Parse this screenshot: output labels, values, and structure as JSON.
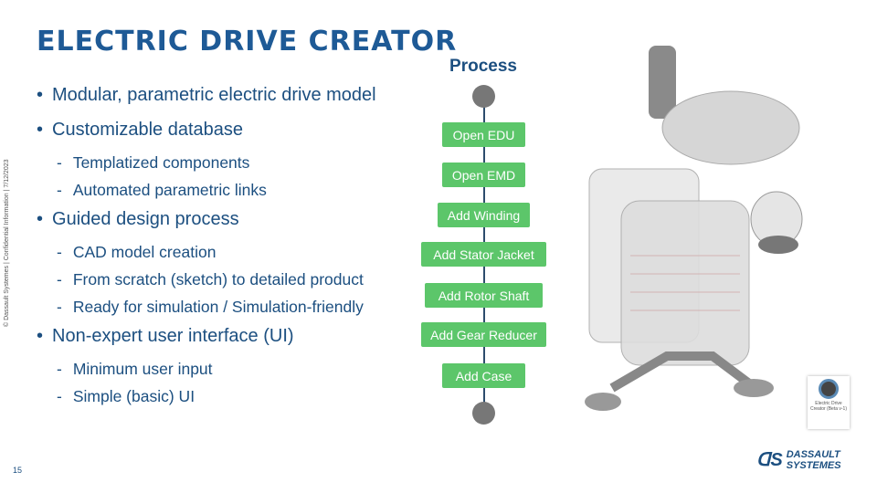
{
  "title": "ELECTRIC DRIVE CREATOR",
  "side_note": "© Dassault Systemes | Confidential Information | 7/12/2023",
  "page_number": "15",
  "bullets": [
    {
      "text": "Modular, parametric electric drive model",
      "subs": []
    },
    {
      "text": "Customizable database",
      "subs": [
        "Templatized components",
        "Automated parametric links"
      ]
    },
    {
      "text": "Guided design process",
      "subs": [
        "CAD model creation",
        "From scratch (sketch) to detailed product",
        "Ready for simulation / Simulation-friendly"
      ]
    },
    {
      "text": "Non-expert user interface (UI)",
      "subs": [
        "Minimum user input",
        "Simple (basic) UI"
      ]
    }
  ],
  "process": {
    "title": "Process",
    "steps": [
      "Open EDU",
      "Open EMD",
      "Add Winding",
      "Add Stator Jacket",
      "Add Rotor Shaft",
      "Add Gear Reducer",
      "Add Case"
    ]
  },
  "app_badge": {
    "label": "Electric Drive Creator (Beta v-1)"
  },
  "logo": {
    "line1": "DASSAULT",
    "line2": "SYSTEMES"
  },
  "colors": {
    "title": "#1e5a96",
    "node": "#5cc66a"
  }
}
